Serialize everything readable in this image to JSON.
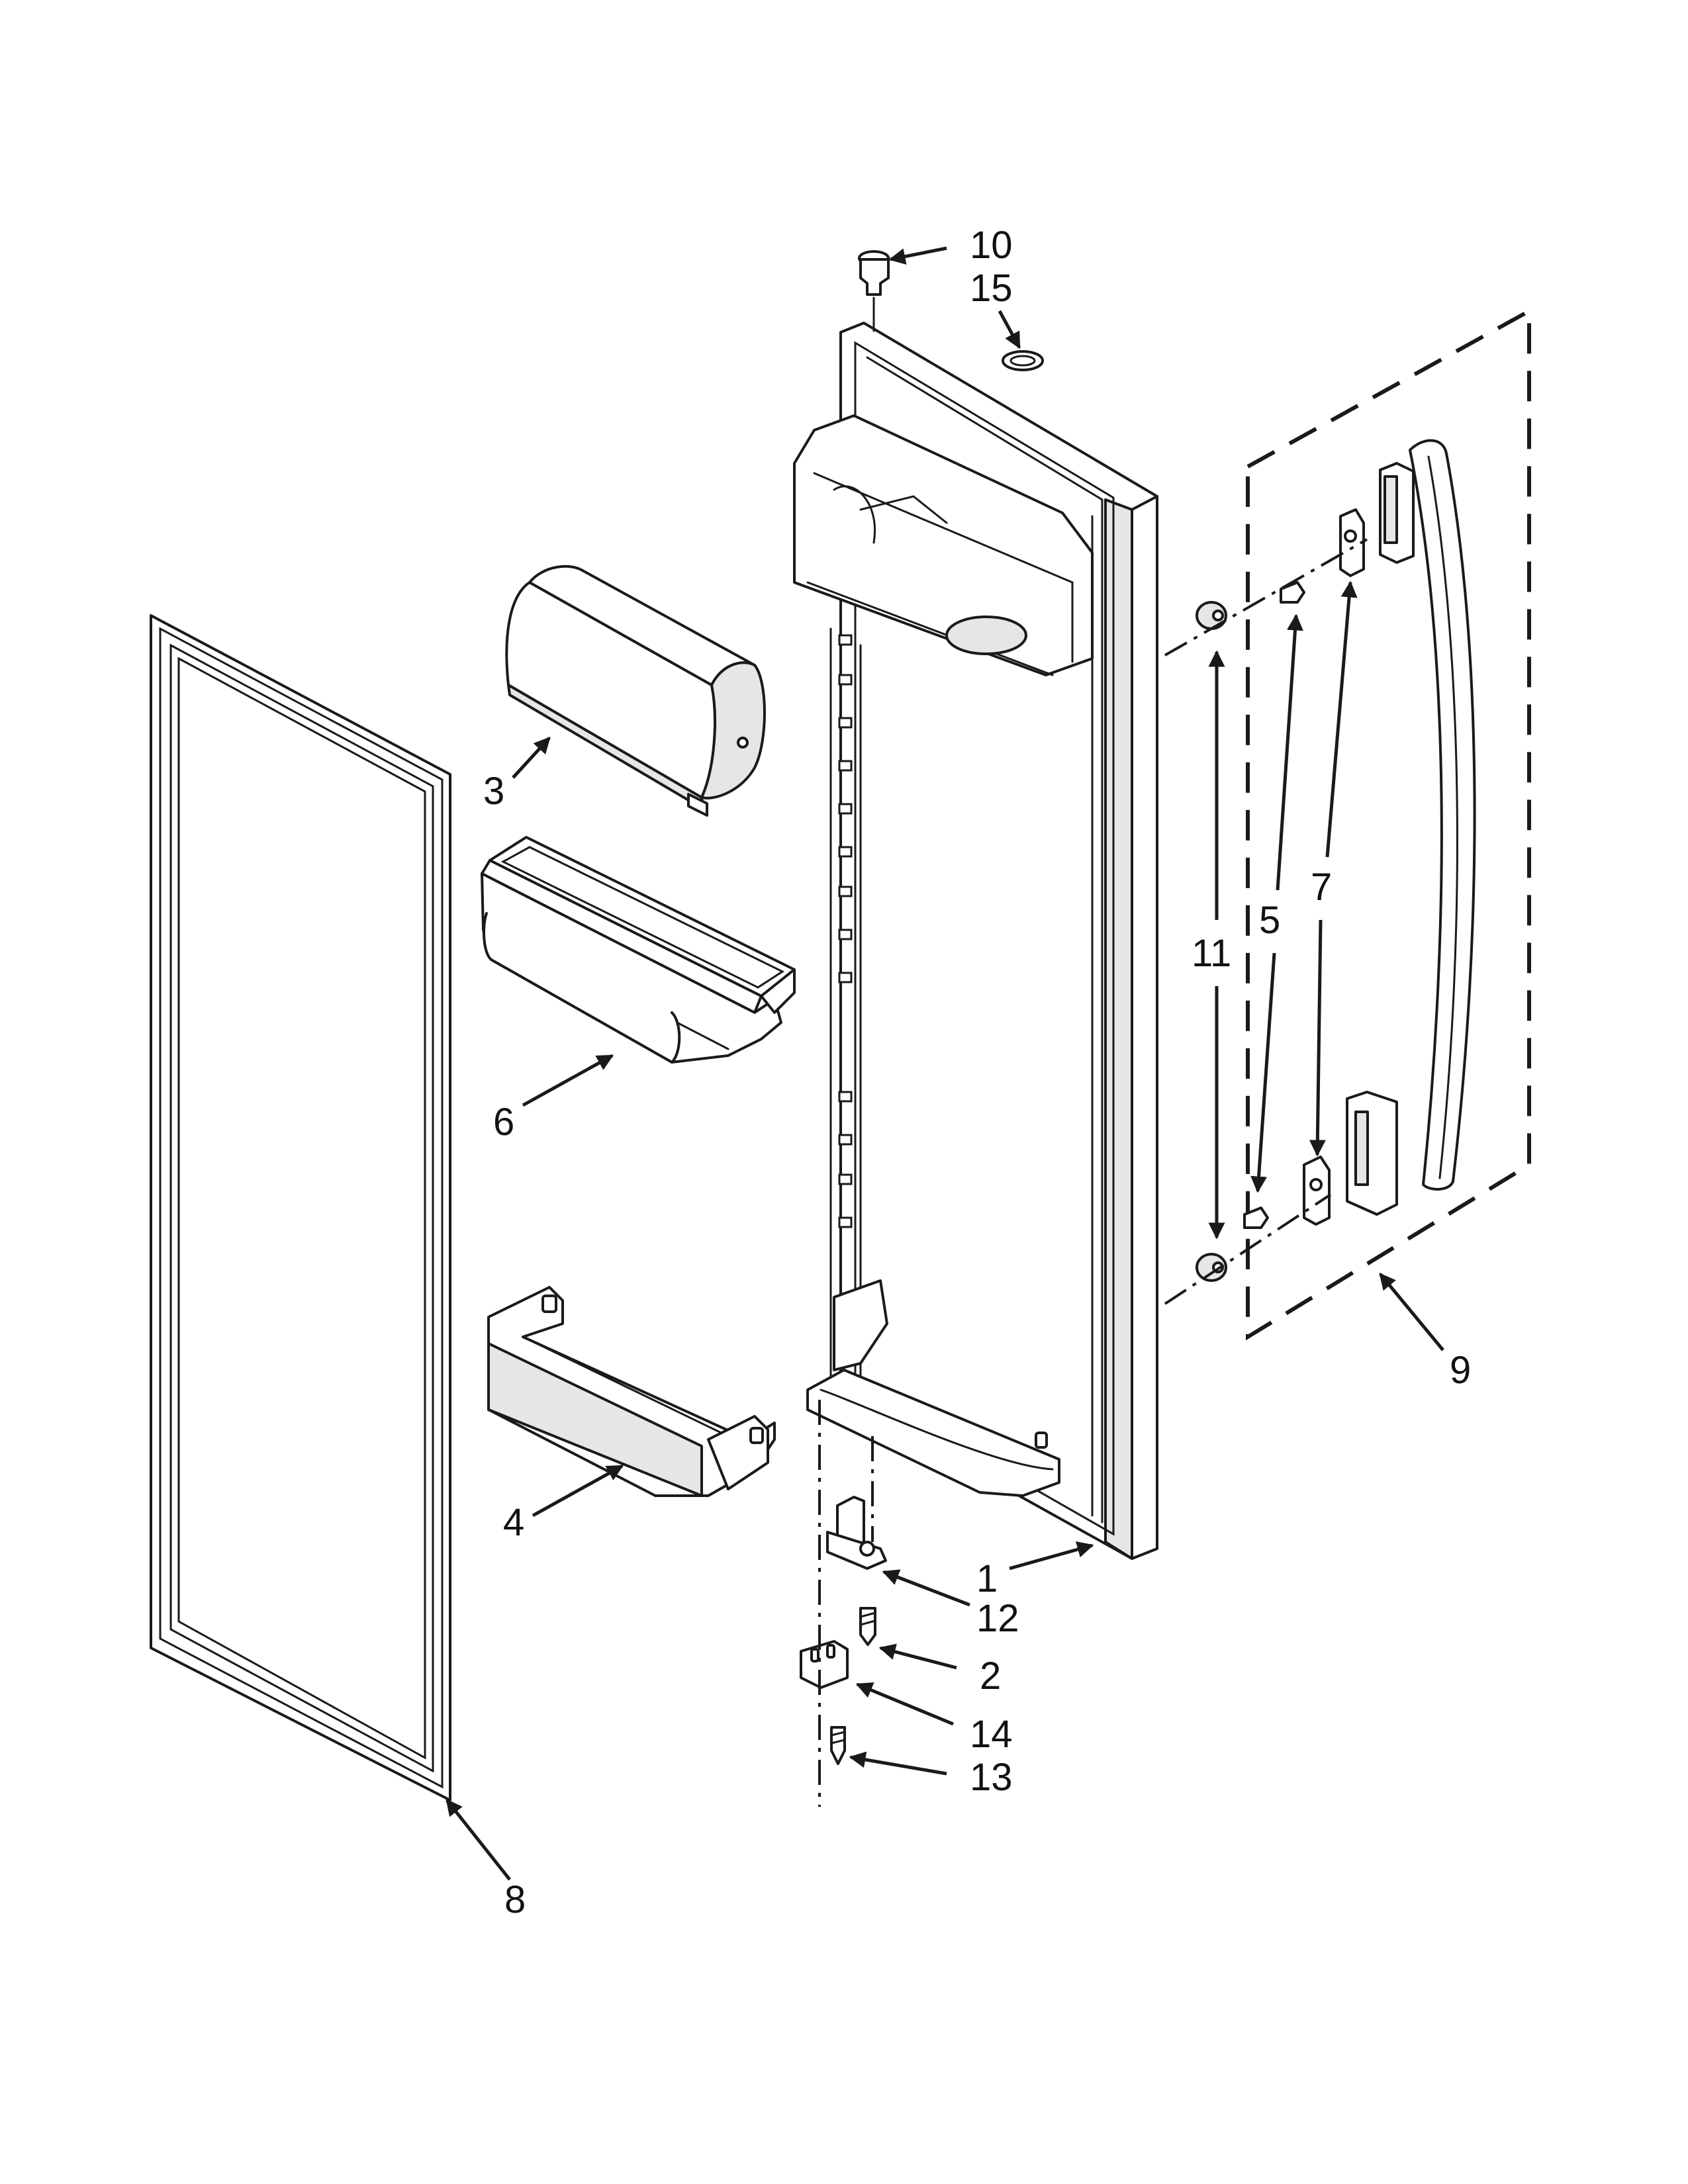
{
  "callouts": [
    {
      "id": "c10",
      "label": "10"
    },
    {
      "id": "c15",
      "label": "15"
    },
    {
      "id": "c3",
      "label": "3"
    },
    {
      "id": "c6",
      "label": "6"
    },
    {
      "id": "c4",
      "label": "4"
    },
    {
      "id": "c8",
      "label": "8"
    },
    {
      "id": "c1",
      "label": "1"
    },
    {
      "id": "c12",
      "label": "12"
    },
    {
      "id": "c2",
      "label": "2"
    },
    {
      "id": "c14",
      "label": "14"
    },
    {
      "id": "c13",
      "label": "13"
    },
    {
      "id": "c11",
      "label": "11"
    },
    {
      "id": "c5",
      "label": "5"
    },
    {
      "id": "c7",
      "label": "7"
    },
    {
      "id": "c9",
      "label": "9"
    }
  ]
}
